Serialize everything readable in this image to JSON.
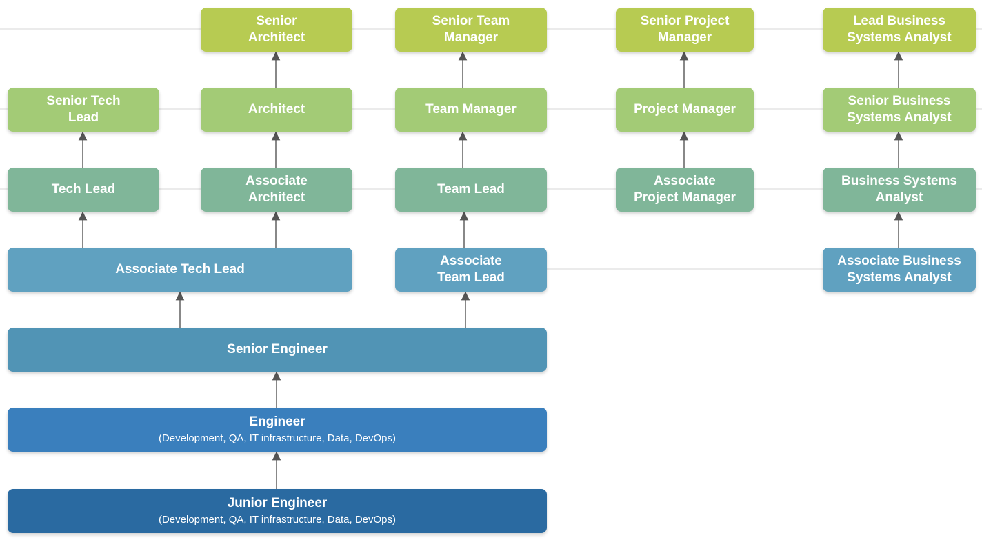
{
  "colors": {
    "lime": "#b7cb52",
    "light_green": "#a3cb76",
    "sage": "#80b699",
    "sky": "#60a1c0",
    "steel": "#5194b5",
    "blue": "#3a7fbd",
    "navy": "#2a6aa1",
    "arrow": "#555555",
    "row_line": "#ebebeb"
  },
  "nodes": {
    "senior_architect": "Senior\nArchitect",
    "senior_team_manager": "Senior Team\nManager",
    "senior_project_manager": "Senior Project\nManager",
    "lead_bsa": "Lead Business\nSystems Analyst",
    "senior_tech_lead": "Senior Tech\nLead",
    "architect": "Architect",
    "team_manager": "Team Manager",
    "project_manager": "Project Manager",
    "senior_bsa": "Senior Business\nSystems Analyst",
    "tech_lead": "Tech Lead",
    "associate_architect": "Associate\nArchitect",
    "team_lead": "Team Lead",
    "associate_project_manager": "Associate\nProject Manager",
    "bsa": "Business Systems\nAnalyst",
    "associate_tech_lead": "Associate Tech Lead",
    "associate_team_lead": "Associate\nTeam Lead",
    "associate_bsa": "Associate Business\nSystems Analyst",
    "senior_engineer": "Senior Engineer",
    "engineer": {
      "title": "Engineer",
      "subtitle": "(Development, QA, IT infrastructure, Data, DevOps)"
    },
    "junior_engineer": {
      "title": "Junior Engineer",
      "subtitle": "(Development, QA, IT infrastructure, Data, DevOps)"
    }
  }
}
